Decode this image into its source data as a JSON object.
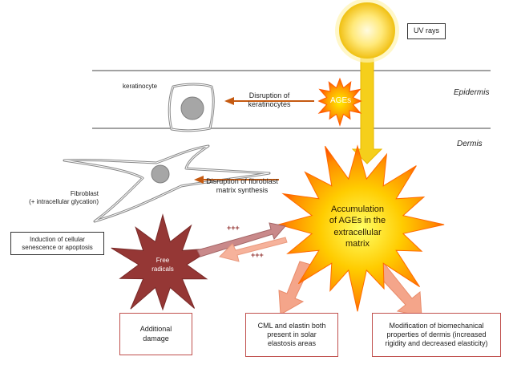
{
  "labels": {
    "uv_rays": "UV rays",
    "epidermis": "Epidermis",
    "dermis": "Dermis",
    "keratinocyte": "keratinocyte",
    "ages": "AGEs",
    "disruption_keratinocytes_1": "Disruption of",
    "disruption_keratinocytes_2": "keratinocytes",
    "fibroblast_1": "Fibroblast",
    "fibroblast_2": "(+ intracellular glycation)",
    "disruption_fibroblast_1": "Disruption of fibroblast",
    "disruption_fibroblast_2": "matrix synthesis",
    "accumulation_1": "Accumulation",
    "accumulation_2": "of AGEs in the",
    "accumulation_3": "extracellular",
    "accumulation_4": "matrix",
    "free_radicals_1": "Free",
    "free_radicals_2": "radicals",
    "plus_top": "+++",
    "plus_bottom": "+++"
  },
  "boxes": {
    "senescence_1": "Induction of cellular",
    "senescence_2": "senescence or apoptosis",
    "additional_1": "Additional",
    "additional_2": "damage",
    "cml_1": "CML and elastin both",
    "cml_2": "present in solar",
    "cml_3": "elastosis areas",
    "biomech_1": "Modification of biomechanical",
    "biomech_2": "properties of dermis (increased",
    "biomech_3": "rigidity and decreased elasticity)"
  }
}
